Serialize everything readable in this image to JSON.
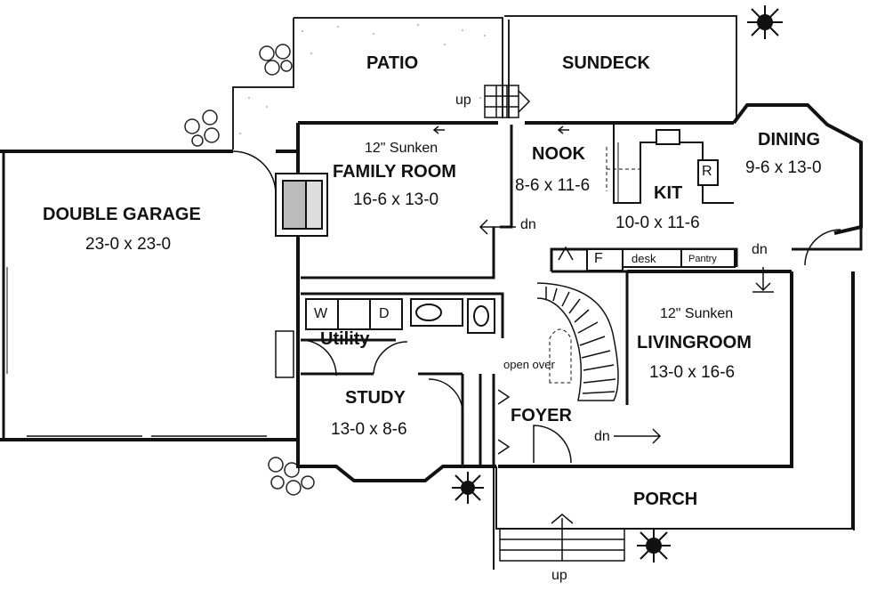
{
  "rooms": {
    "patio": {
      "name": "PATIO"
    },
    "sundeck": {
      "name": "SUNDECK"
    },
    "family_room": {
      "note": "12\" Sunken",
      "name": "FAMILY ROOM",
      "dims": "16-6 x 13-0"
    },
    "nook": {
      "name": "NOOK",
      "dims": "8-6 x 11-6"
    },
    "kitchen": {
      "name": "KIT",
      "dims": "10-0 x 11-6"
    },
    "dining": {
      "name": "DINING",
      "dims": "9-6 x 13-0"
    },
    "garage": {
      "name": "DOUBLE GARAGE",
      "dims": "23-0 x 23-0"
    },
    "living_room": {
      "note": "12\" Sunken",
      "name": "LIVINGROOM",
      "dims": "13-0 x 16-6"
    },
    "utility": {
      "name": "Utility"
    },
    "study": {
      "name": "STUDY",
      "dims": "13-0 x 8-6"
    },
    "foyer": {
      "name": "FOYER"
    },
    "porch": {
      "name": "PORCH"
    }
  },
  "fixtures": {
    "washer": "W",
    "dryer": "D",
    "fridge": "R",
    "freezer": "F",
    "desk": "desk",
    "pantry": "Pantry",
    "open_over": "open over"
  },
  "stairs": {
    "up_label": "up",
    "dn_label": "dn"
  },
  "colors": {
    "line": "#111111",
    "background": "#ffffff",
    "texture": "#999999"
  }
}
